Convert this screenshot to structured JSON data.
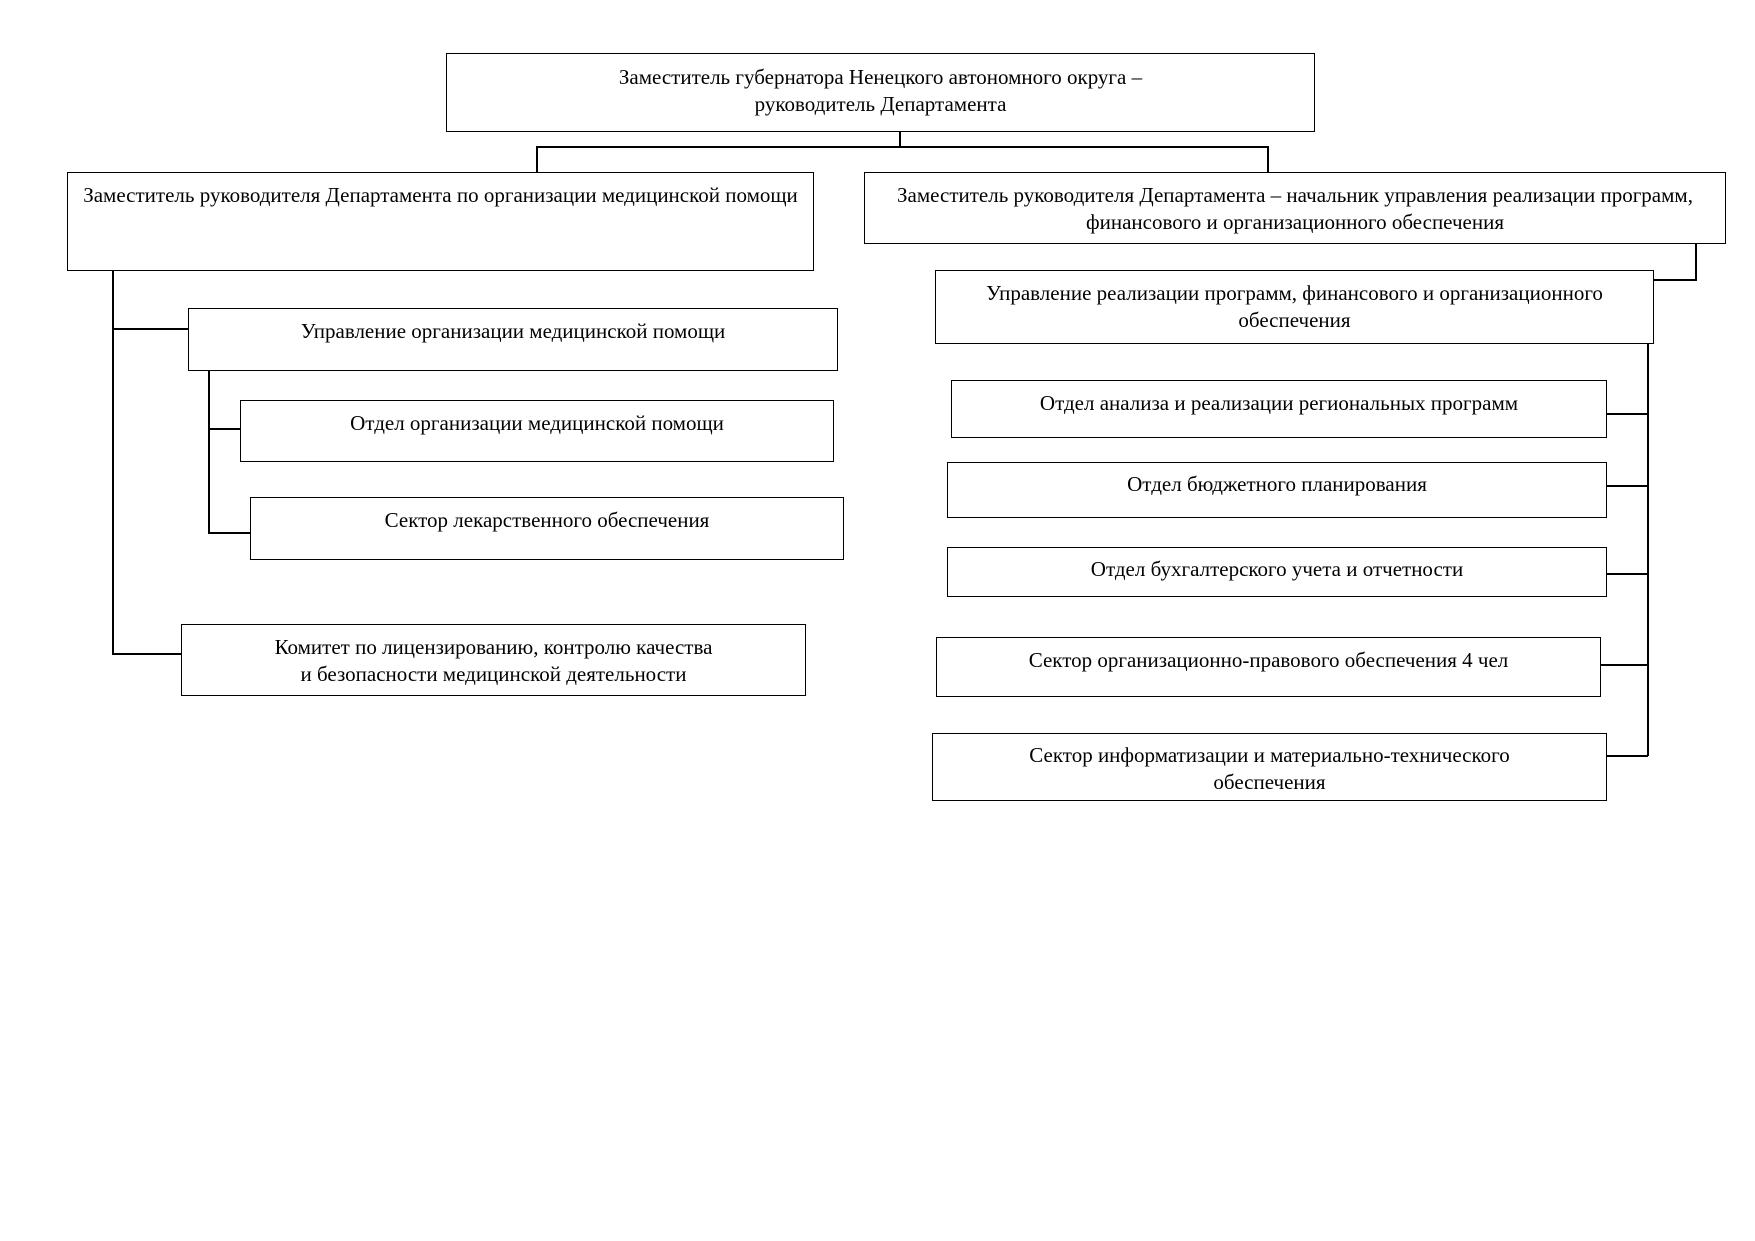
{
  "head": {
    "title": "Заместитель губернатора Ненецкого автономного округа –\nруководитель Департамента"
  },
  "left": {
    "deputy": "Заместитель руководителя Департамента по организации медицинской помощи",
    "upravlenie": "Управление организации медицинской помощи",
    "otdel": "Отдел организации медицинской помощи",
    "sektor": "Сектор лекарственного обеспечения",
    "komitet": "Комитет по лицензированию, контролю качества\nи безопасности медицинской деятельности"
  },
  "right": {
    "deputy": "Заместитель руководителя Департамента – начальник управления реализации программ, финансового и организационного обеспечения",
    "upravlenie": "Управление реализации программ, финансового и организационного обеспечения",
    "items": [
      "Отдел анализа и реализации региональных программ",
      "Отдел бюджетного планирования",
      "Отдел бухгалтерского учета и отчетности",
      "Сектор организационно-правового обеспечения 4 чел",
      "Сектор информатизации и материально-технического\nобеспечения"
    ]
  }
}
